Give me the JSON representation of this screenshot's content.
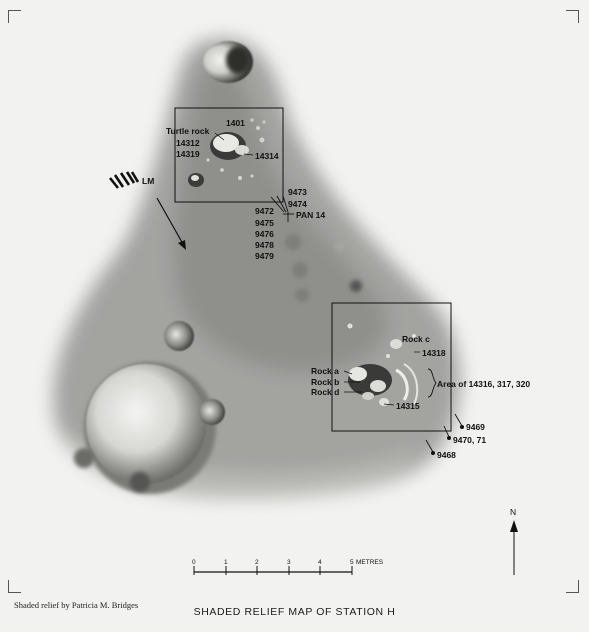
{
  "title": "SHADED RELIEF MAP OF STATION H",
  "credit": "Shaded relief by Patricia M. Bridges",
  "north_label": "N",
  "lm_label": "LM",
  "scale": {
    "ticks": [
      "0",
      "1",
      "2",
      "3",
      "4",
      "5"
    ],
    "unit": "METRES"
  },
  "labels": {
    "turtle_rock": "Turtle rock",
    "s1401": "1401",
    "s14312": "14312",
    "s14319": "14319",
    "s14314": "14314",
    "f9473": "9473",
    "f9474": "9474",
    "f9472": "9472",
    "pan14": "PAN 14",
    "f9475": "9475",
    "f9476": "9476",
    "f9478": "9478",
    "f9479": "9479",
    "rock_c": "Rock c",
    "s14318": "14318",
    "rock_a": "Rock a",
    "rock_b": "Rock b",
    "rock_d": "Rock d",
    "area": "Area of 14316, 317, 320",
    "s14315": "14315",
    "f9469": "9469",
    "f9470": "9470, 71",
    "f9468": "9468"
  },
  "colors": {
    "paper": "#f2f2f0",
    "relief": "#9a9a98",
    "ink": "#111111"
  }
}
